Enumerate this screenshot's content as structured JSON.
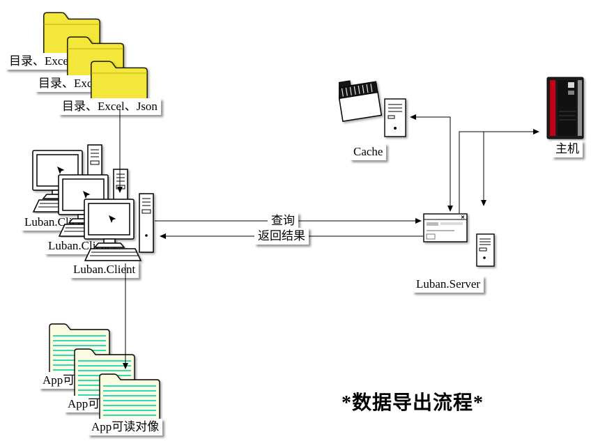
{
  "diagram": {
    "title": "*数据导出流程*",
    "folders": {
      "items": [
        {
          "label": "目录、Excel、Json"
        },
        {
          "label": "目录、Excel、Json"
        },
        {
          "label": "目录、Excel、Json"
        }
      ]
    },
    "clients": {
      "items": [
        {
          "label": "Luban.Client"
        },
        {
          "label": "Luban.Client"
        },
        {
          "label": "Luban.Client"
        }
      ]
    },
    "app_objects": {
      "items": [
        {
          "label": "App可读对像"
        },
        {
          "label": "App可读对像"
        },
        {
          "label": "App可读对像"
        }
      ]
    },
    "cache": {
      "label": "Cache"
    },
    "host": {
      "label": "主机"
    },
    "server": {
      "label": "Luban.Server"
    },
    "edges": {
      "query": "查询",
      "response": "返回结果"
    },
    "colors": {
      "folder": "#f4e73b",
      "document_paper": "#fcfce3",
      "document_lines": "#2cdcb9",
      "host_stripe": "#c40017",
      "connector": "#000000",
      "label_background": "#ffffff"
    }
  }
}
